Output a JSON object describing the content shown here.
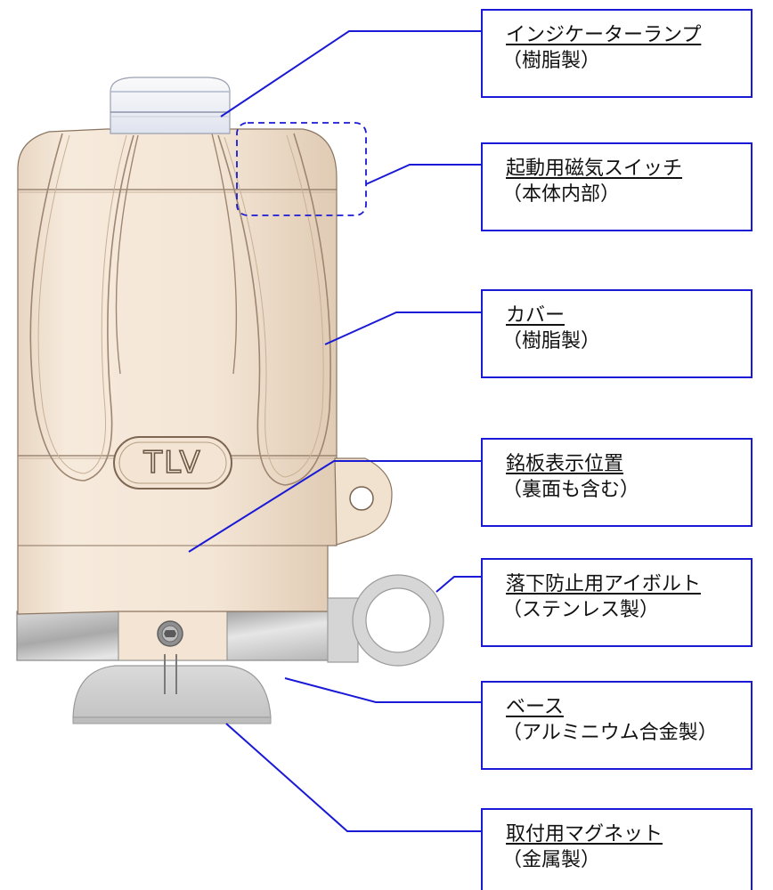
{
  "brand_logo": "TLV",
  "colors": {
    "leader": "#1a1ad6",
    "cover": "#f2e3d2",
    "base_metal": "#c2c2c2",
    "magnet": "#cdcdcd"
  },
  "callouts": [
    {
      "name": "インジケーターランプ",
      "note": "（樹脂製）"
    },
    {
      "name": "起動用磁気スイッチ",
      "note": "（本体内部）"
    },
    {
      "name": "カバー",
      "note": "（樹脂製）"
    },
    {
      "name": "銘板表示位置",
      "note": "（裏面も含む）"
    },
    {
      "name": "落下防止用アイボルト",
      "note": "（ステンレス製）"
    },
    {
      "name": "ベース",
      "note": "（アルミニウム合金製）"
    },
    {
      "name": "取付用マグネット",
      "note": "（金属製）"
    }
  ]
}
